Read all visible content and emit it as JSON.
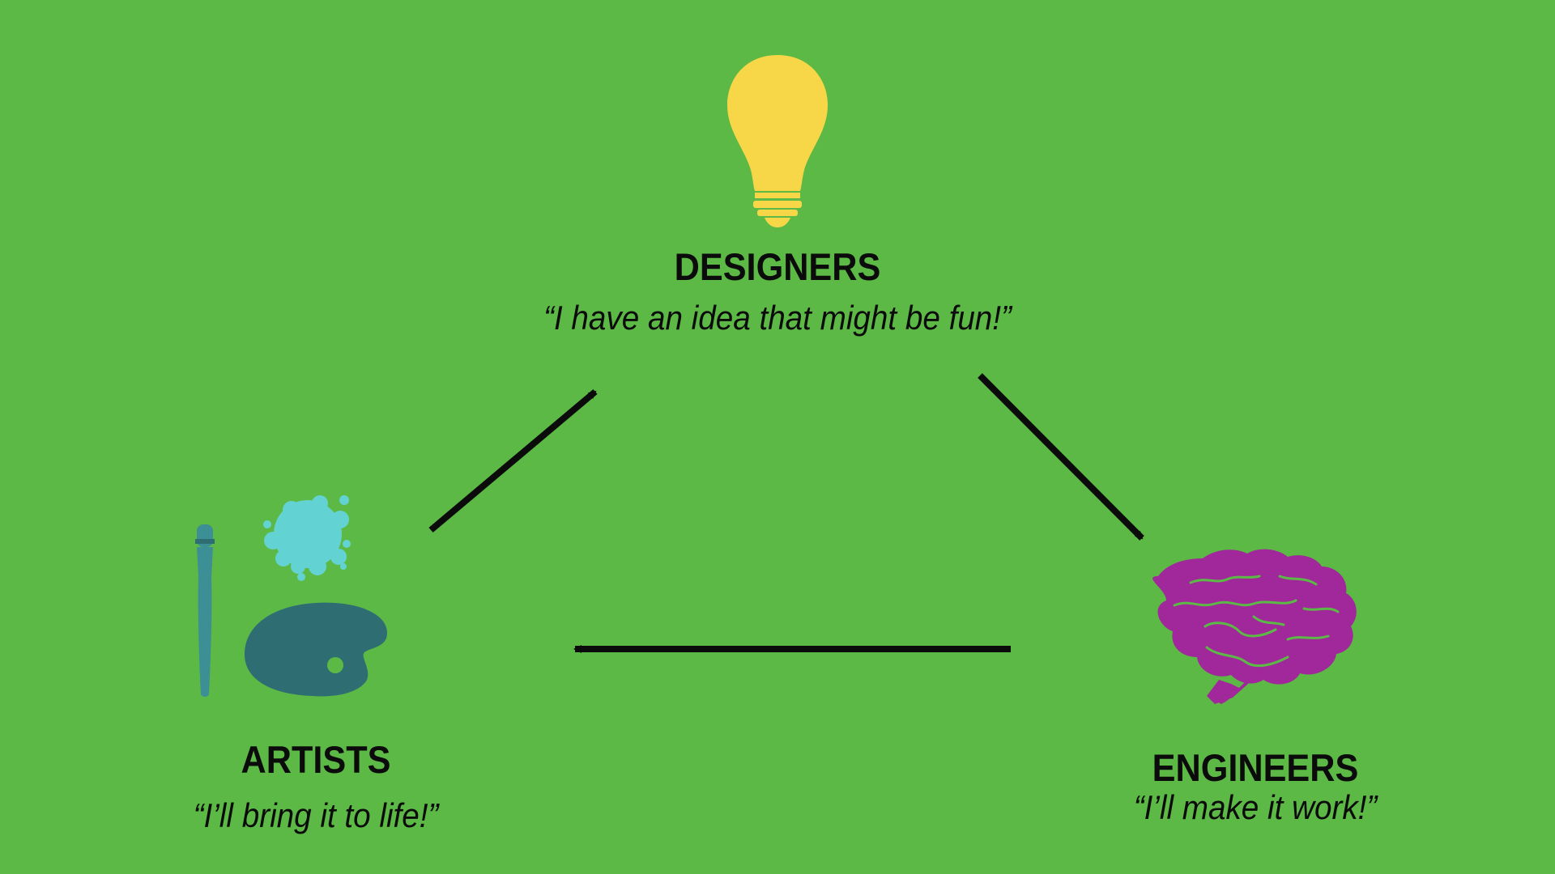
{
  "background_color": "#5cb946",
  "nodes": {
    "designers": {
      "title": "DESIGNERS",
      "quote": "“I have an idea that might be fun!”",
      "icon": "lightbulb-icon",
      "icon_color": "#f7d748"
    },
    "engineers": {
      "title": "ENGINEERS",
      "quote": "“I’ll  make it work!”",
      "icon": "brain-icon",
      "icon_color": "#a0289a"
    },
    "artists": {
      "title": "ARTISTS",
      "quote": "“I’ll bring it to life!”",
      "icon": "paintbrush-palette-icon",
      "icon_colors": {
        "brush": "#3c8f95",
        "splat": "#62d3d2",
        "palette": "#2e6e73"
      }
    }
  },
  "edges": [
    {
      "from": "designers",
      "to": "engineers"
    },
    {
      "from": "engineers",
      "to": "artists"
    },
    {
      "from": "artists",
      "to": "designers"
    }
  ]
}
